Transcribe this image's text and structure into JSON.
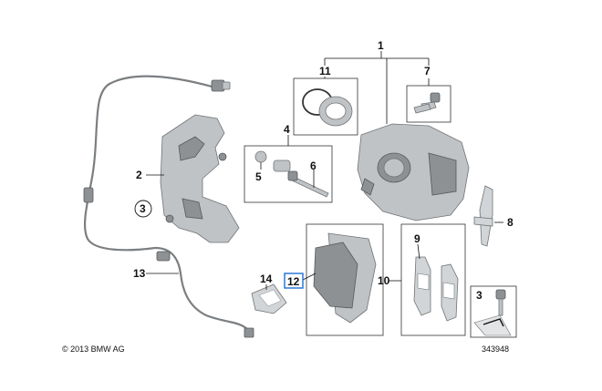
{
  "callouts": {
    "c1": "1",
    "c2": "2",
    "c3": "3",
    "c4": "4",
    "c5": "5",
    "c6": "6",
    "c7": "7",
    "c8": "8",
    "c9": "9",
    "c10": "10",
    "c11": "11",
    "c12": "12",
    "c13": "13",
    "c14": "14",
    "c3b": "3"
  },
  "footer": {
    "copyright": "© 2013 BMW AG",
    "diagram_number": "343948"
  },
  "colors": {
    "part_fill": "#bfc3c6",
    "part_stroke": "#6f7376",
    "highlight_box": "#1e6fd6"
  }
}
